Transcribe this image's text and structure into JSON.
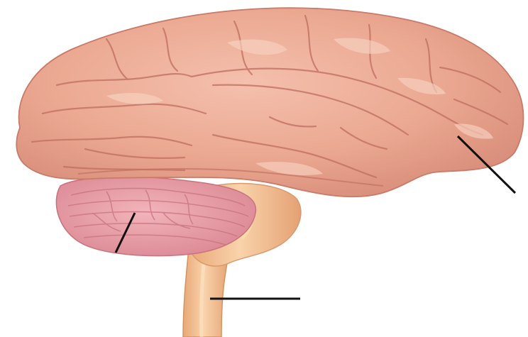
{
  "diagram": {
    "subject": "brain-lateral-view",
    "parts": [
      {
        "id": "cerebrum",
        "fill": "#eba891",
        "stroke": "#c97a68"
      },
      {
        "id": "cerebellum",
        "fill": "#e89aa3",
        "stroke": "#c8727d"
      },
      {
        "id": "brainstem",
        "fill": "#f2bf96",
        "stroke": "#d99a70"
      },
      {
        "id": "spinal-cord",
        "fill": "#f0b98a",
        "stroke": "#d4945f"
      }
    ],
    "pointer_lines": [
      {
        "id": "frontal-lobe-pointer",
        "color": "#111111"
      },
      {
        "id": "cerebellum-pointer",
        "color": "#111111"
      },
      {
        "id": "brainstem-pointer",
        "color": "#111111"
      }
    ],
    "label_text": []
  }
}
